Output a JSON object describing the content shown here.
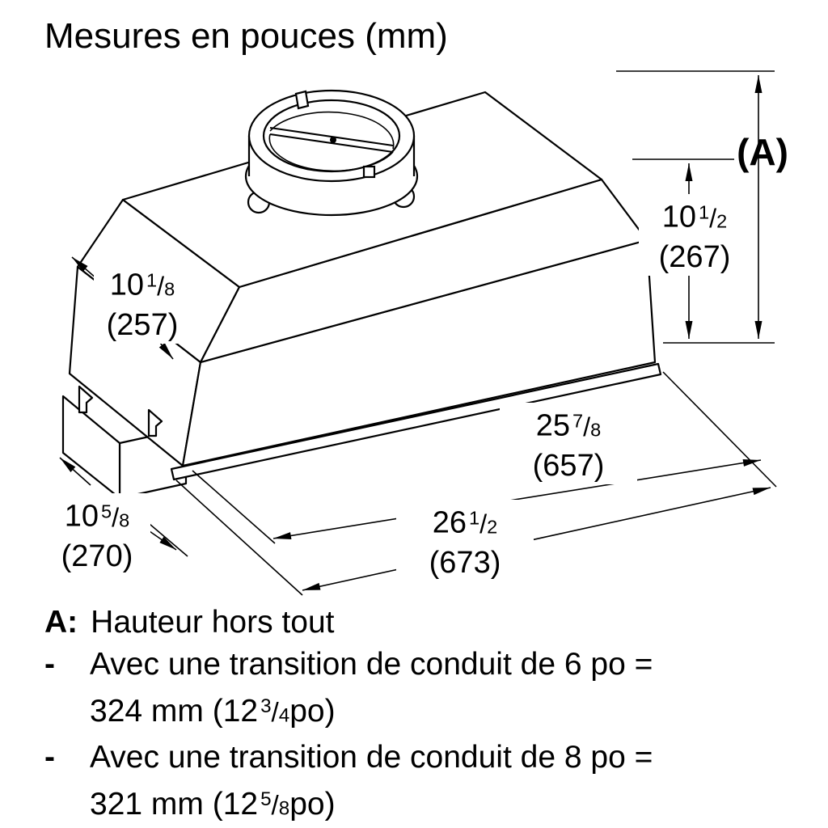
{
  "title": "Mesures en pouces (mm)",
  "ui": {
    "slash": "/"
  },
  "dimensions": {
    "front_height": {
      "whole": "10",
      "num": "1",
      "den": "8",
      "mm": "(257)"
    },
    "overall_height": {
      "label": "(A)"
    },
    "upper_height": {
      "whole": "10",
      "num": "1",
      "den": "2",
      "mm": "(267)"
    },
    "liner_depth": {
      "whole": "10",
      "num": "5",
      "den": "8",
      "mm": "(270)"
    },
    "liner_width": {
      "whole": "25",
      "num": "7",
      "den": "8",
      "mm": "(657)"
    },
    "overall_width": {
      "whole": "26",
      "num": "1",
      "den": "2",
      "mm": "(673)"
    }
  },
  "notes": {
    "a_label": "A:",
    "a_text": "Hauteur hors tout",
    "bullets": [
      {
        "dash": "-",
        "text": "Avec une transition de conduit de 6 po =",
        "value_pre": "324 mm (12",
        "value_num": "3",
        "value_den": "4",
        "value_post": " po)"
      },
      {
        "dash": "-",
        "text": "Avec une transition de conduit de 8 po =",
        "value_pre": "321 mm (12",
        "value_num": "5",
        "value_den": "8",
        "value_post": " po)"
      }
    ]
  }
}
